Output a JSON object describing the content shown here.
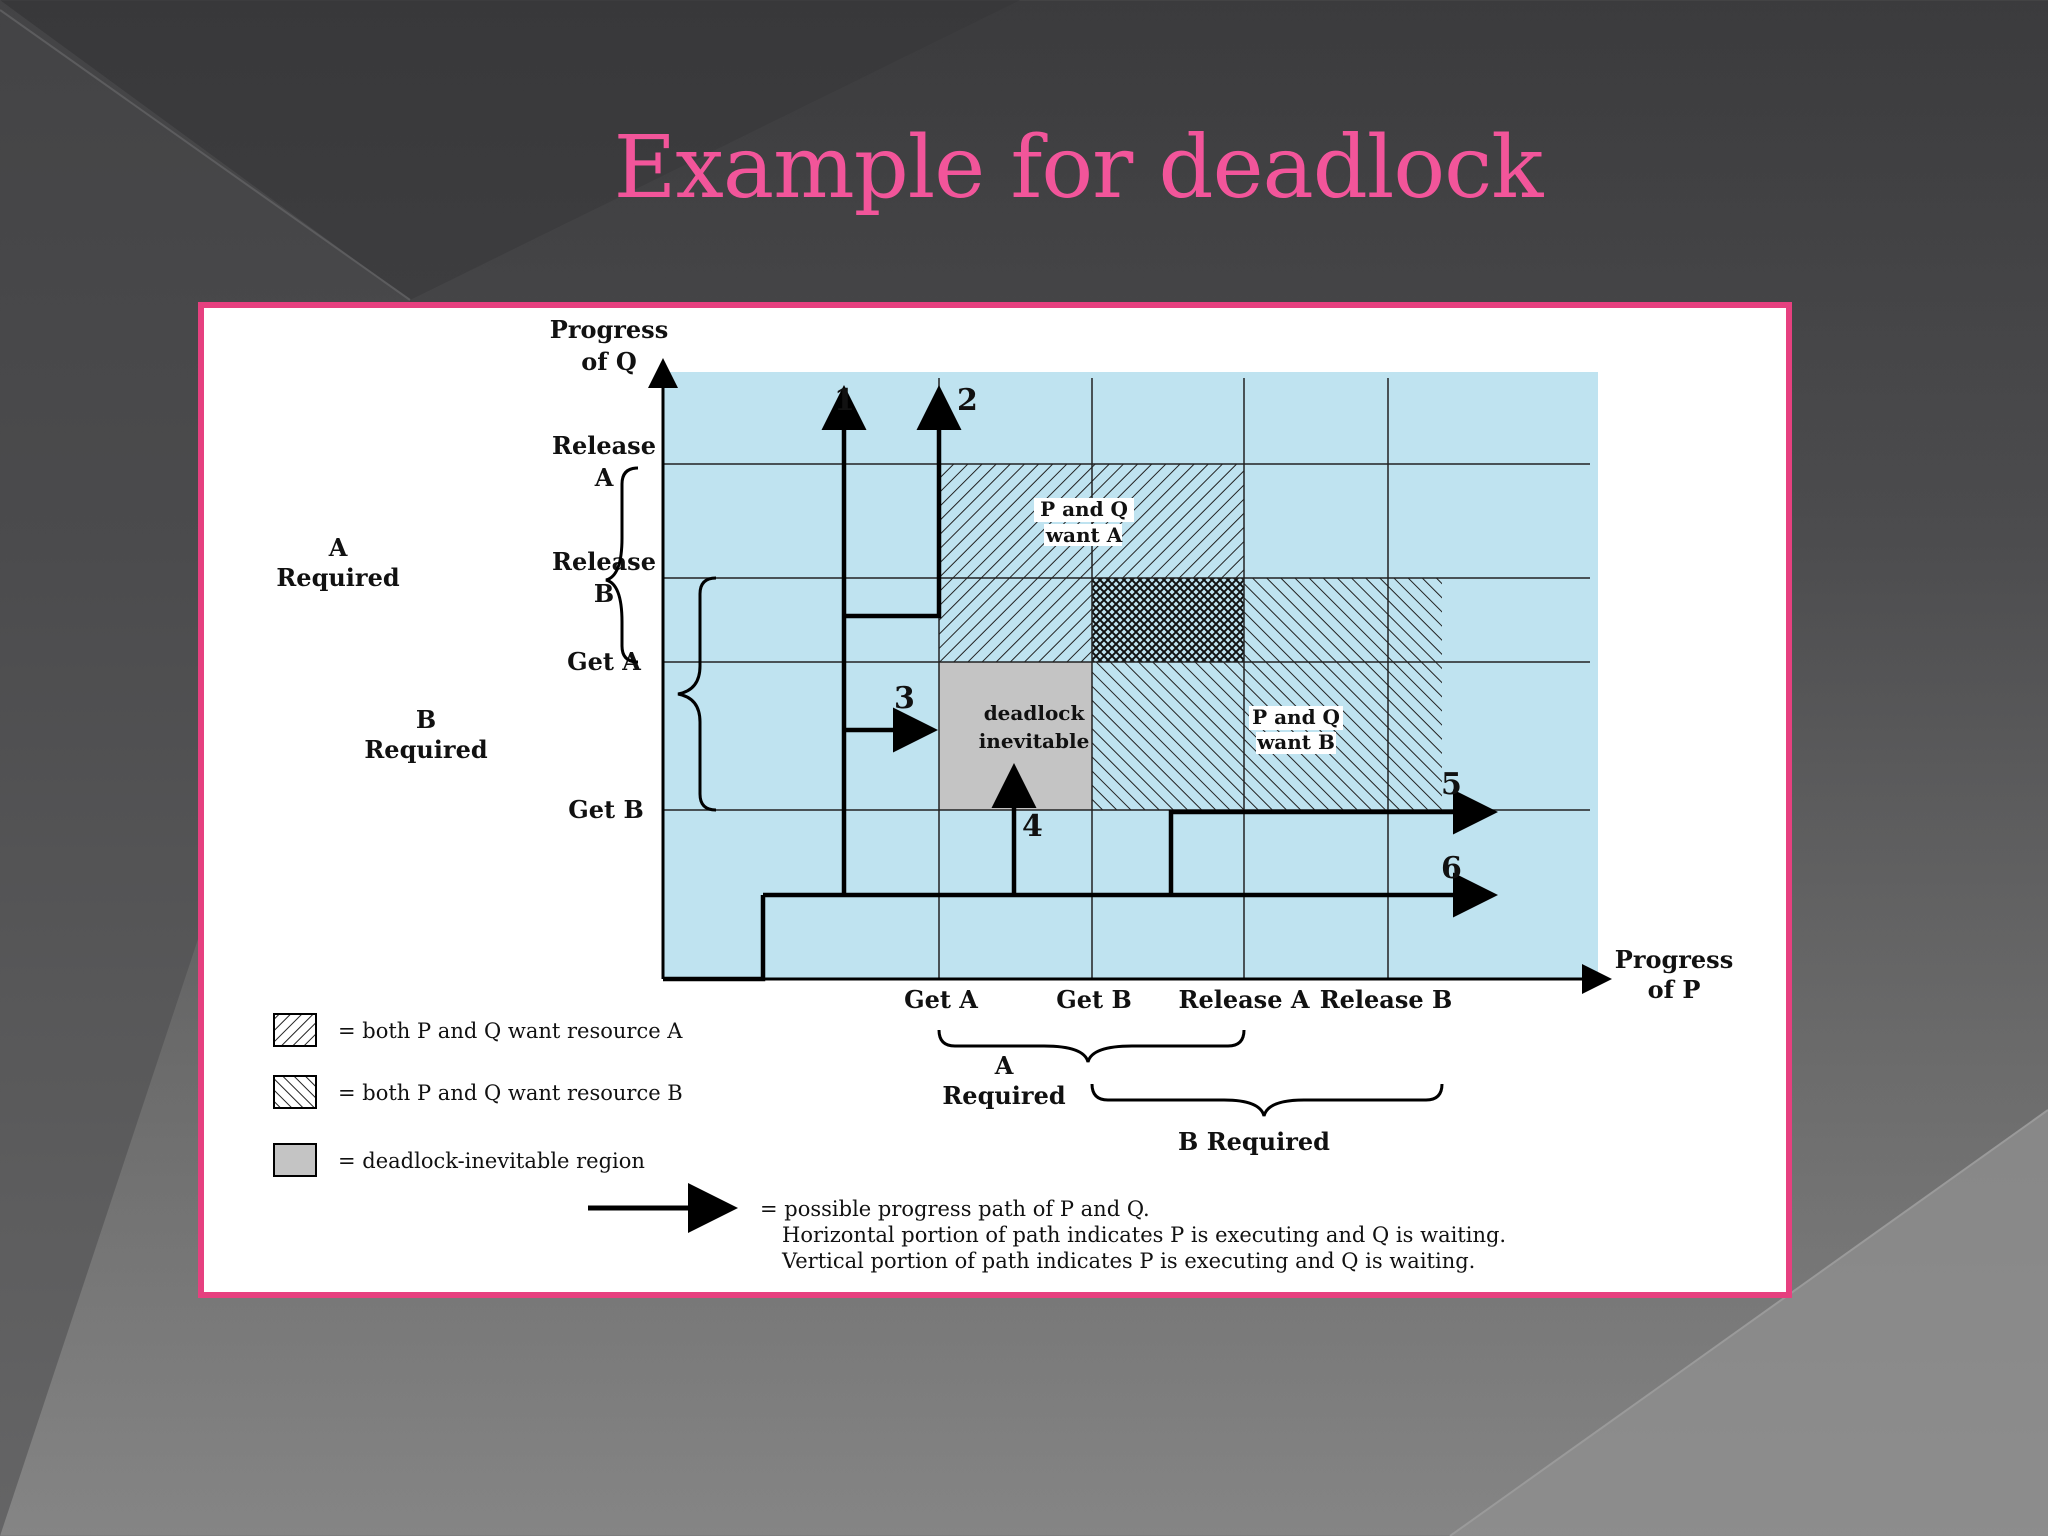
{
  "title": "Example for deadlock",
  "diagram": {
    "y_axis_label": [
      "Progress",
      "of Q"
    ],
    "x_axis_label": [
      "Progress",
      "of P"
    ],
    "y_ticks": [
      {
        "label": [
          "Release",
          "A"
        ]
      },
      {
        "label": [
          "Release",
          "B"
        ]
      },
      {
        "label": [
          "Get A"
        ]
      },
      {
        "label": [
          "Get B"
        ]
      }
    ],
    "x_ticks": [
      "Get A",
      "Get B",
      "Release A",
      "Release B"
    ],
    "left_braces": [
      {
        "label": [
          "A",
          "Required"
        ]
      },
      {
        "label": [
          "B",
          "Required"
        ]
      }
    ],
    "bottom_braces": [
      {
        "label": [
          "A",
          "Required"
        ]
      },
      {
        "label": [
          "B Required"
        ]
      }
    ],
    "regions": {
      "want_a": [
        "P and Q",
        "want A"
      ],
      "want_b": [
        "P and Q",
        "want B"
      ],
      "deadlock": [
        "deadlock",
        "inevitable"
      ]
    },
    "paths": [
      "1",
      "2",
      "3",
      "4",
      "5",
      "6"
    ],
    "legend": [
      {
        "pattern": "hatch-a",
        "text": "= both P and Q want resource A"
      },
      {
        "pattern": "hatch-b",
        "text": "= both P and Q want resource B"
      },
      {
        "pattern": "gray",
        "text": "= deadlock-inevitable region"
      }
    ],
    "path_legend": [
      "= possible progress path of P and Q.",
      "Horizontal portion of path indicates P is executing and Q is waiting.",
      "Vertical portion of path indicates P is executing and Q is waiting."
    ]
  },
  "colors": {
    "title": "#f2559a",
    "frame": "#e6407f",
    "plot_bg": "#bfe3f0",
    "deadlock": "#c4c4c4"
  }
}
